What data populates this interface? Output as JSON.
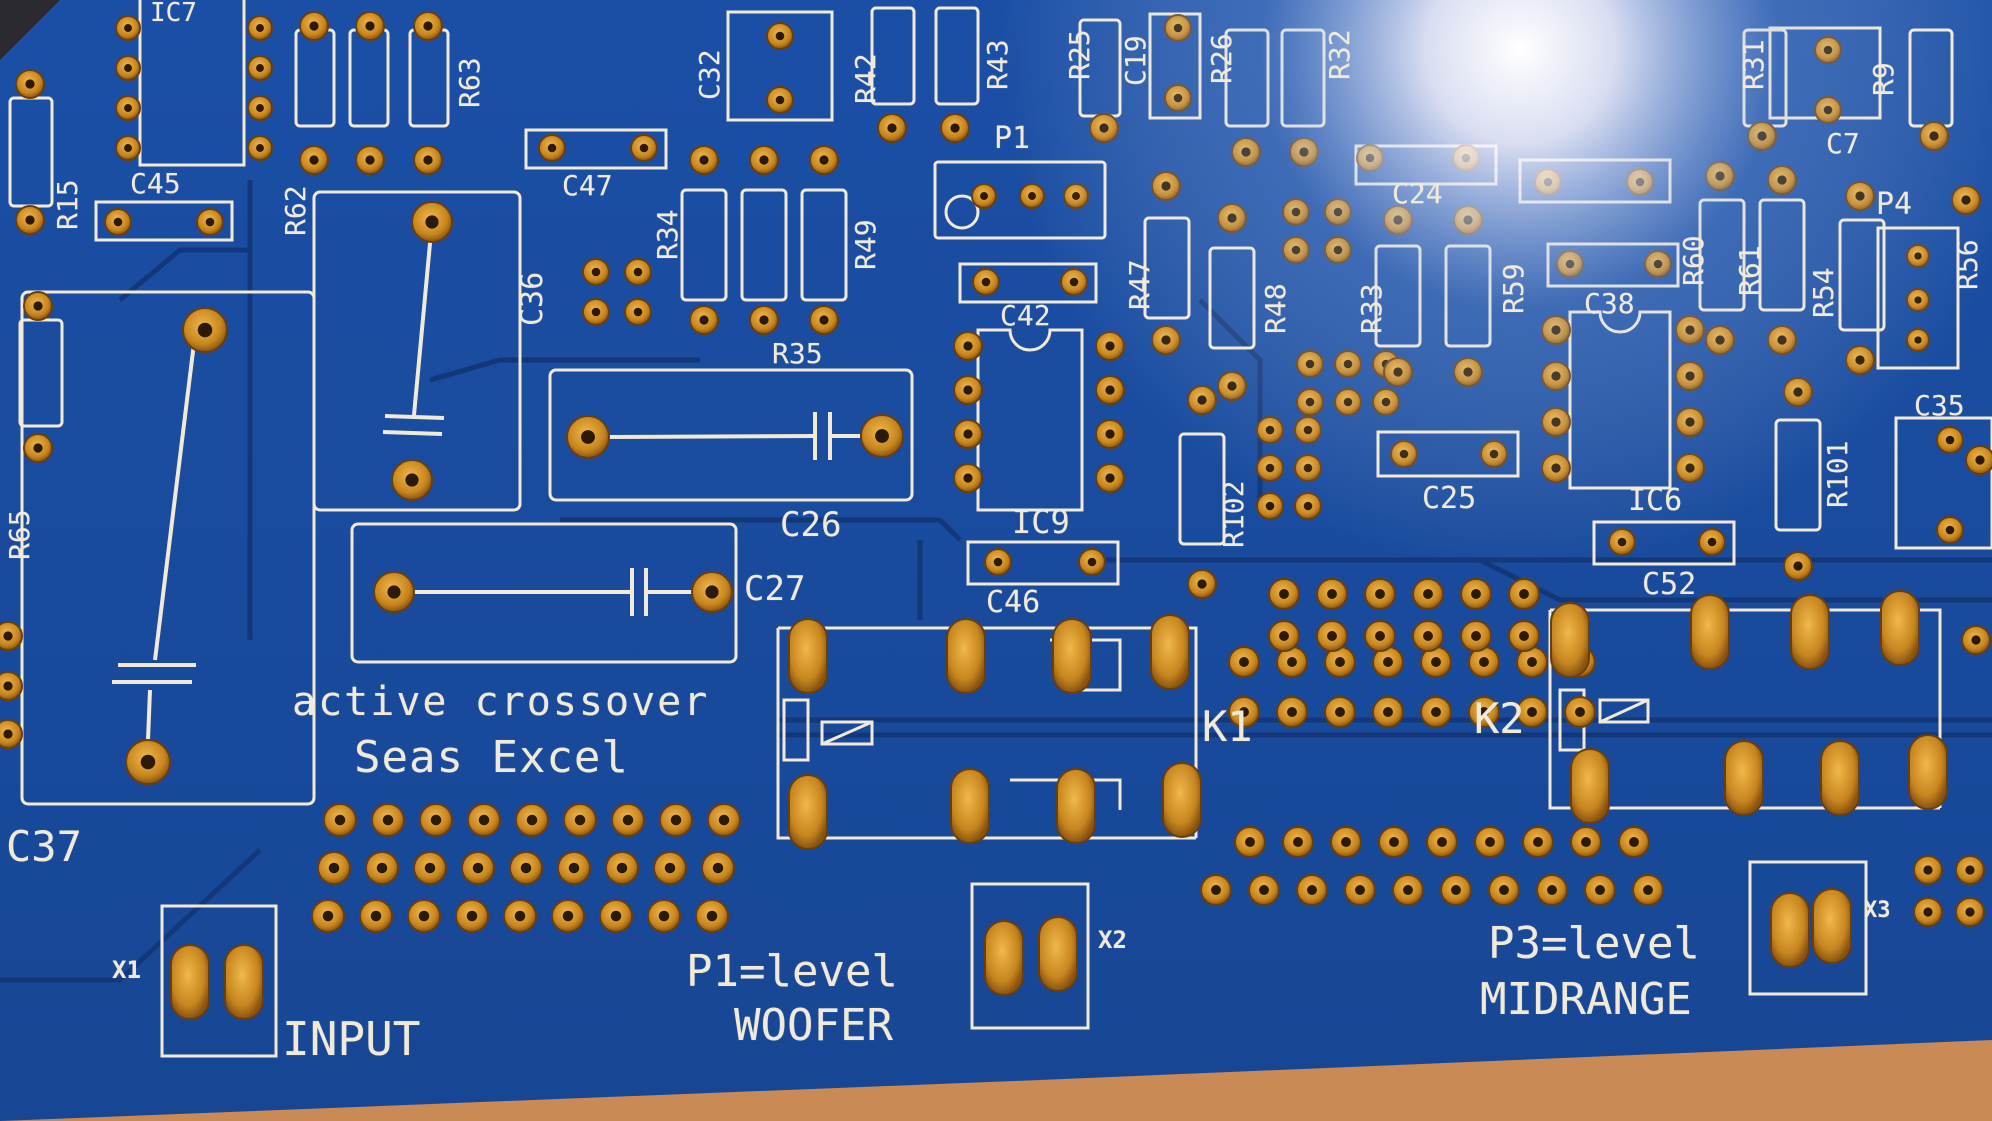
{
  "board": {
    "title_line1": "active crossover",
    "title_line2": "Seas Excel",
    "woofer_line1": "P1=level",
    "woofer_line2": "WOOFER",
    "midrange_line1": "P3=level",
    "midrange_line2": "MIDRANGE",
    "input_label": "INPUT",
    "connector_labels": [
      "X1",
      "X2",
      "X3"
    ],
    "relay_labels": [
      "K1",
      "K2"
    ],
    "ic_labels": [
      "IC9",
      "IC6",
      "IC7"
    ],
    "pot_labels": [
      "P1",
      "P4"
    ],
    "capacitor_labels": [
      "C45",
      "C47",
      "C32",
      "C19",
      "C42",
      "C36",
      "C26",
      "C27",
      "C37",
      "C46",
      "C24",
      "C38",
      "C25",
      "C52",
      "C7",
      "C35"
    ],
    "resistor_labels": [
      "R15",
      "R62",
      "R63",
      "R34",
      "R35",
      "R49",
      "R42",
      "R43",
      "R25",
      "R26",
      "R32",
      "R47",
      "R48",
      "R33",
      "R59",
      "R60",
      "R61",
      "R54",
      "R56",
      "R31",
      "R9",
      "R65",
      "R101",
      "R102"
    ]
  },
  "colors": {
    "solder_mask": "#1e50a8",
    "silkscreen": "#f1ead8",
    "copper_pad": "#c88a22",
    "background": "#c98a55"
  }
}
